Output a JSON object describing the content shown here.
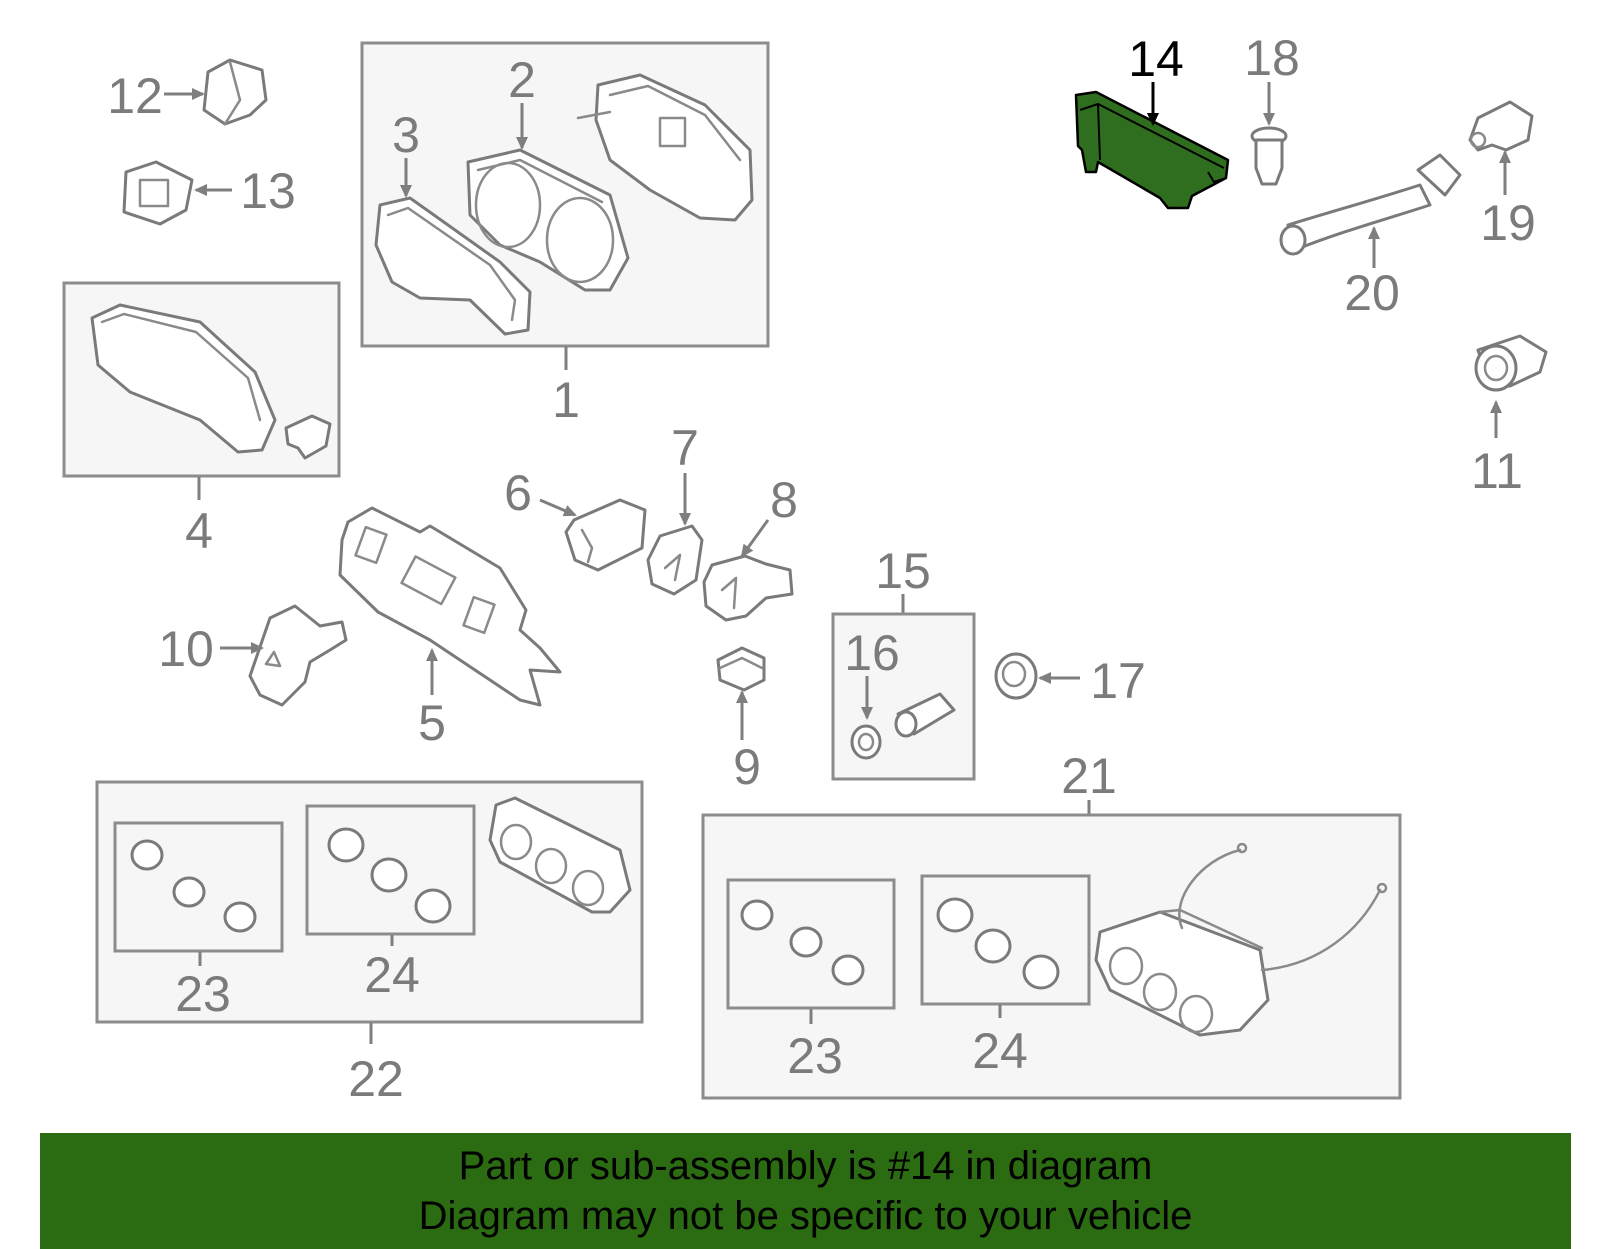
{
  "diagram": {
    "highlight_color": "#2b6b12",
    "callouts": {
      "c1": "1",
      "c2": "2",
      "c3": "3",
      "c4": "4",
      "c5": "5",
      "c6": "6",
      "c7": "7",
      "c8": "8",
      "c9": "9",
      "c10": "10",
      "c11": "11",
      "c12": "12",
      "c13": "13",
      "c14": "14",
      "c15": "15",
      "c16": "16",
      "c17": "17",
      "c18": "18",
      "c19": "19",
      "c20": "20",
      "c21": "21",
      "c22": "22",
      "c23a": "23",
      "c24a": "24",
      "c23b": "23",
      "c24b": "24"
    }
  },
  "banner": {
    "line1": "Part or sub-assembly is #14 in diagram",
    "line2": "Diagram may not be specific to your vehicle"
  }
}
